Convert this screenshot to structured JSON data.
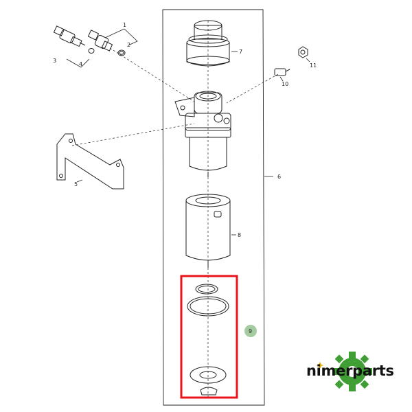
{
  "diagram": {
    "part_labels": {
      "p1": "1",
      "p2": "2",
      "p3": "3",
      "p4": "4",
      "p5": "5",
      "p6": "6",
      "p7": "7",
      "p8": "8",
      "p9": "9",
      "p10": "10",
      "p11": "11"
    },
    "highlight_color": "#e8141c",
    "callout9_color": "#8fbf8a"
  },
  "logo": {
    "text": "nimerparts",
    "gear_color": "#3f9e34"
  }
}
